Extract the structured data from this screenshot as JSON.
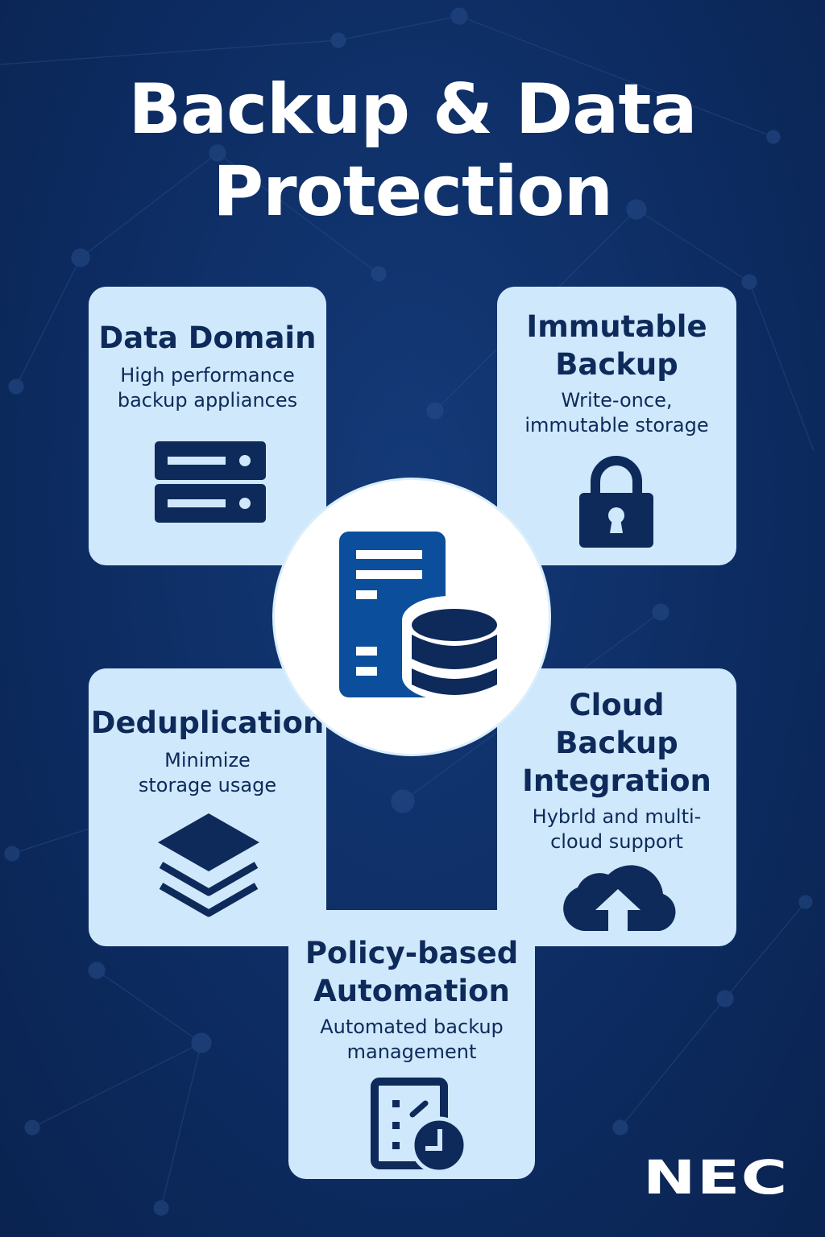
{
  "title": {
    "line1": "Backup & Data",
    "line2": "Protection"
  },
  "cards": [
    {
      "title": "Data Domain",
      "desc1": "High performance",
      "desc2": "backup appliances",
      "icon": "server-icon"
    },
    {
      "title1": "Immutable",
      "title2": "Backup",
      "desc1": "Write-once,",
      "desc2": "immutable storage",
      "icon": "lock-icon"
    },
    {
      "title": "Deduplication",
      "desc1": "Minimize",
      "desc2": "storage usage",
      "icon": "layers-icon"
    },
    {
      "title1": "Cloud",
      "title2": "Backup",
      "title3": "Integration",
      "desc1": "Hybrld and multi-",
      "desc2": "cloud support",
      "icon": "cloud-upload-icon"
    },
    {
      "title1": "Policy-based",
      "title2": "Automation",
      "desc1": "Automated backup",
      "desc2": "management",
      "icon": "schedule-checklist-icon"
    }
  ],
  "center": {
    "icon": "server-database-icon"
  },
  "logo": "NEC",
  "colors": {
    "background": "#0d2c62",
    "card": "#cfe8fb",
    "text": "#0e2a5a",
    "accent": "#0b4f9c"
  }
}
